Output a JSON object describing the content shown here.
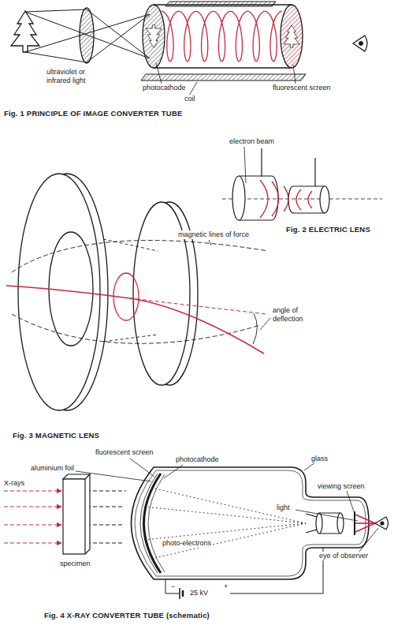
{
  "diagram": {
    "labels": [
      "ultraviolet or infrared light",
      "photocathode",
      "coil",
      "fluorescent screen",
      "Fig. 1 PRINCIPLE OF IMAGE CONVERTER TUBE",
      "electron beam",
      "Fig. 2 ELECTRIC LENS",
      "magnetic lines of force",
      "angle of deflection",
      "Fig. 3 MAGNETIC LENS",
      "fluorescent screen",
      "aluminium foil",
      "photocathode",
      "glass",
      "X-rays",
      "viewing screen",
      "light",
      "photo-electrons",
      "eye of observer",
      "specimen",
      "−",
      "25 kV",
      "+",
      "Fig. 4 X-RAY CONVERTER TUBE (schematic)"
    ]
  }
}
